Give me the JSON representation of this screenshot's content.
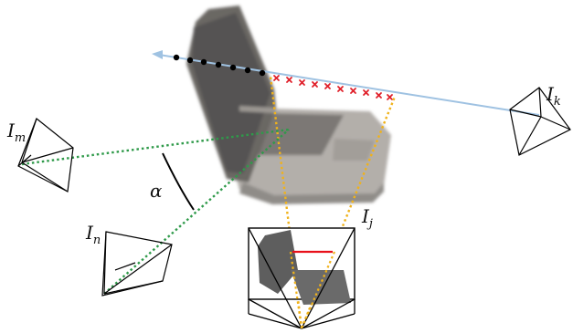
{
  "labels": {
    "cam_m": {
      "main": "I",
      "sub": "m"
    },
    "cam_n": {
      "main": "I",
      "sub": "n"
    },
    "cam_j": {
      "main": "I",
      "sub": "j"
    },
    "cam_k": {
      "main": "I",
      "sub": "k"
    },
    "angle": "α"
  },
  "colors": {
    "ray_blue": "#9fc2e2",
    "green_dotted": "#2f9a4a",
    "orange_dotted": "#f0b21a",
    "red_marks": "#e0202a",
    "black_dots": "#000000",
    "red_segment": "#e8101a",
    "laptop_body": "#8a8885",
    "laptop_screen": "#4a4a4a"
  },
  "icons": [
    "camera-frustum-icon",
    "laptop-image"
  ]
}
